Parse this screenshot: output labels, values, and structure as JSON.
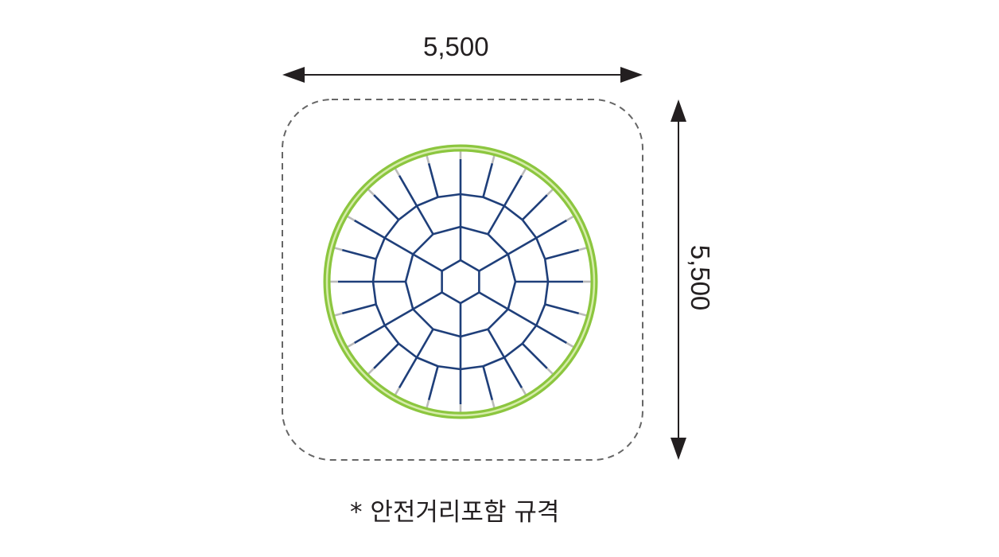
{
  "dimensions": {
    "width_label": "5,500",
    "height_label": "5,500"
  },
  "note": "* 안전거리포함 규격",
  "colors": {
    "ring": "#8cc63f",
    "net": "#1f3f7a",
    "dim_line": "#231f20",
    "safety_zone": "#666666"
  }
}
